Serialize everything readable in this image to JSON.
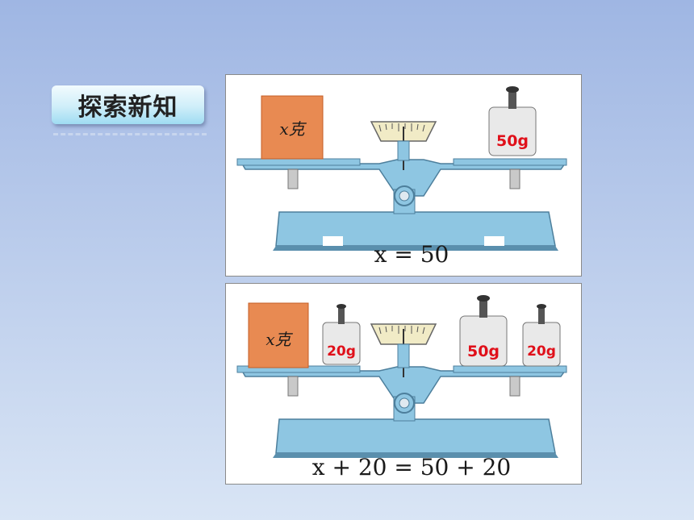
{
  "header": {
    "title": "探索新知"
  },
  "panels": [
    {
      "block_label": "x克",
      "weights": [
        {
          "label": "50g"
        }
      ],
      "equation": "x = 50"
    },
    {
      "block_label": "x克",
      "weights": [
        {
          "label": "20g"
        },
        {
          "label": "50g"
        },
        {
          "label": "20g"
        }
      ],
      "equation": "x + 20 = 50 + 20"
    }
  ],
  "colors": {
    "scale_blue": "#8ec6e2",
    "scale_dark": "#5a8fad",
    "block_orange": "#e88a52",
    "weight_red": "#e0101a",
    "dial_cream": "#f1ebc6"
  }
}
